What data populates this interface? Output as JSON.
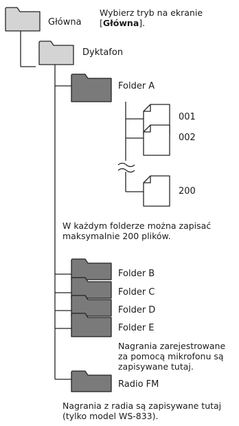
{
  "home": {
    "label": "Główna",
    "instruction_prefix": "Wybierz tryb na ekranie",
    "instruction_bracket_open": "[",
    "instruction_bold": "Główna",
    "instruction_suffix": "]."
  },
  "recorder": {
    "label": "Dyktafon"
  },
  "folder_a": {
    "label": "Folder A",
    "files": [
      "001",
      "002",
      "200"
    ],
    "note_lines": [
      "W każdym folderze można zapisać",
      "maksymalnie 200 plików."
    ]
  },
  "other_folders": [
    "Folder B",
    "Folder C",
    "Folder D",
    "Folder E"
  ],
  "mic_note_lines": [
    "Nagrania zarejestrowane",
    "za pomocą mikrofonu są",
    "zapisywane tutaj."
  ],
  "radio": {
    "label": "Radio FM",
    "note_lines": [
      "Nagrania z radia są zapisywane tutaj",
      "(tylko model WS-833)."
    ]
  },
  "colors": {
    "folder_light": "#d4d4d4",
    "folder_dark": "#7a7a7a",
    "line": "#222222",
    "page_fill": "#ffffff"
  }
}
